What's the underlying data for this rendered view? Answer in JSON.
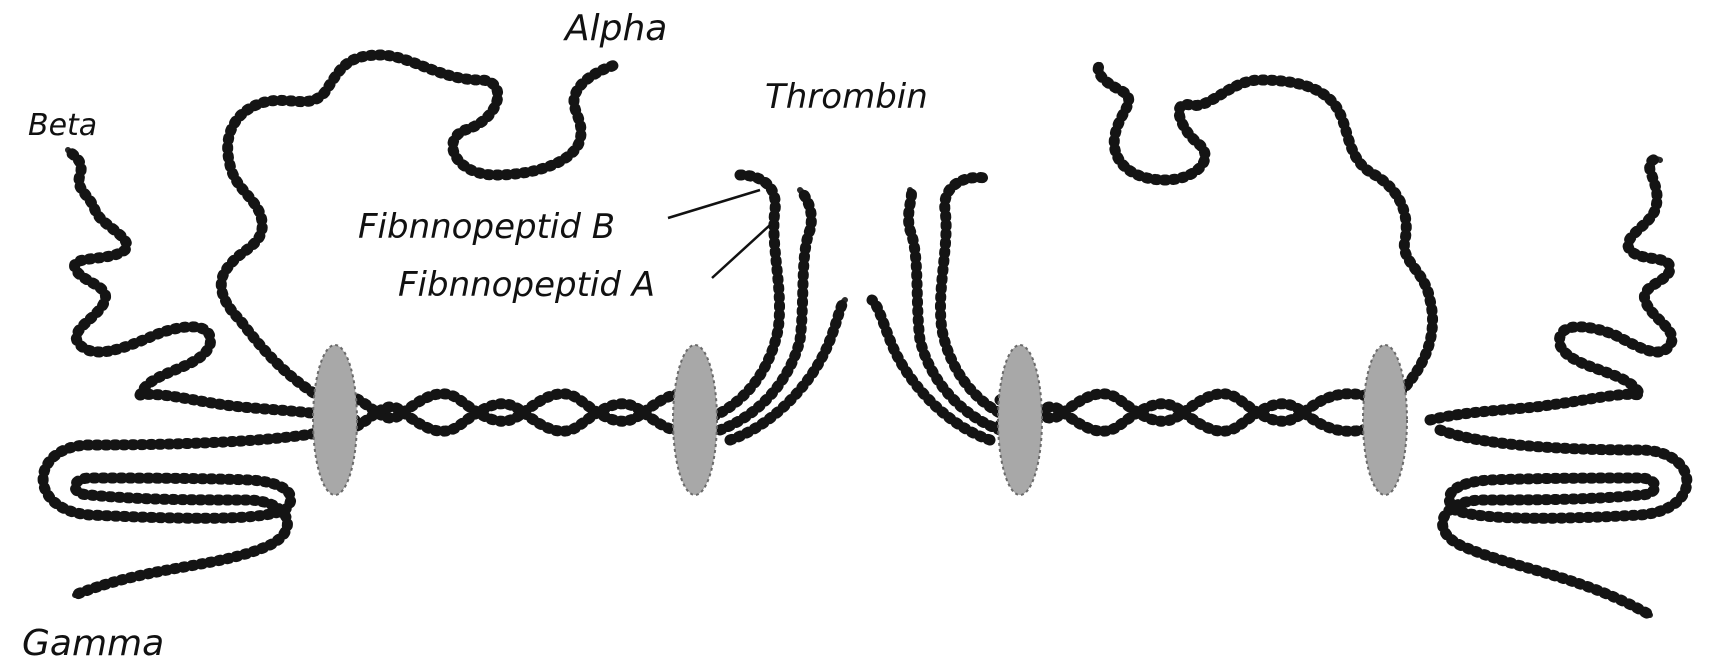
{
  "labels": {
    "alpha": "Alpha",
    "beta": "Beta",
    "gamma": "Gamma",
    "thrombin": "Thrombin",
    "fibrinopeptide_b": "Fibnnopeptid B",
    "fibrinopeptide_a": "Fibnnopeptid A"
  }
}
